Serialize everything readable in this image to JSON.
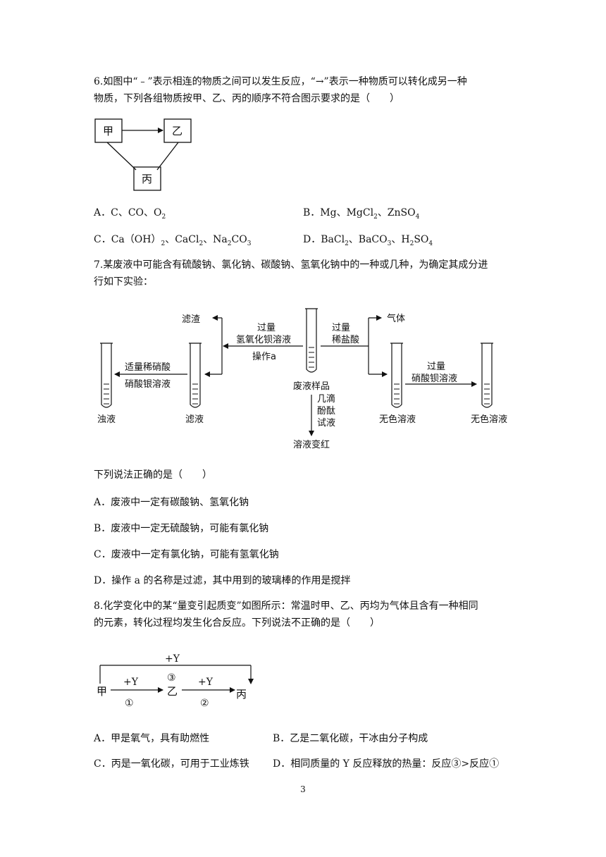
{
  "q6": {
    "stem_line1": "6.如图中“﹣”表示相连的物质之间可以发生反应，“→”表示一种物质可以转化成另一种",
    "stem_line2": "物质，下列各组物质按甲、乙、丙的顺序不符合图示要求的是（　　）",
    "diagram": {
      "box_a": "甲",
      "box_b": "乙",
      "box_c": "丙"
    },
    "options": {
      "A": {
        "label": "A．C、CO、O",
        "sub": "2"
      },
      "B": {
        "label": "B．Mg、MgCl",
        "sub1": "2",
        "mid": "、ZnSO",
        "sub2": "4"
      },
      "C": {
        "label": "C．Ca（OH）",
        "sub1": "2",
        "mid1": "、CaCl",
        "sub2": "2",
        "mid2": "、Na",
        "sub3": "2",
        "mid3": "CO",
        "sub4": "3"
      },
      "D": {
        "label": "D．BaCl",
        "sub1": "2",
        "mid1": "、BaCO",
        "sub2": "3",
        "mid2": "、H",
        "sub3": "2",
        "mid3": "SO",
        "sub4": "4"
      }
    }
  },
  "q7": {
    "stem_line1": "7.某废液中可能含有硫酸钠、氯化钠、碳酸钠、氢氧化钠中的一种或几种，为确定其成分进",
    "stem_line2": "行如下实验：",
    "diagram": {
      "residue": "滤渣",
      "reagent1_line1": "过量",
      "reagent1_line2": "氢氧化钡溶液",
      "operation": "操作a",
      "reagent2_line1": "过量",
      "reagent2_line2": "稀盐酸",
      "gas": "气体",
      "reagent3_line1": "适量稀硝酸",
      "reagent3_line2": "硝酸银溶液",
      "reagent4_line1": "过量",
      "reagent4_line2": "硝酸钡溶液",
      "sample": "废液样品",
      "indicator_1": "几滴",
      "indicator_2": "酚酞",
      "indicator_3": "试液",
      "turns_red": "溶液变红",
      "turbid": "浊液",
      "filtrate": "滤液",
      "colorless1": "无色溶液",
      "colorless2": "无色溶液"
    },
    "question": "下列说法正确的是（　　）",
    "options": {
      "A": "A．废液中一定有碳酸钠、氢氧化钠",
      "B": "B．废液中一定无硫酸钠，可能有氯化钠",
      "C": "C．废液中一定有氯化钠，可能有氢氧化钠",
      "D": "D．操作 a 的名称是过滤，其中用到的玻璃棒的作用是搅拌"
    }
  },
  "q8": {
    "stem_line1": "8.化学变化中的某“量变引起质变”如图所示：常温时甲、乙、丙均为气体且含有一种相同",
    "stem_line2": "的元素，转化过程均发生化合反应。下列说法不正确的是（　　）",
    "diagram": {
      "jia": "甲",
      "yi": "乙",
      "bing": "丙",
      "plusY_top": "+Y",
      "step3": "③",
      "plusY_1": "+Y",
      "step1": "①",
      "plusY_2": "+Y",
      "step2": "②"
    },
    "options": {
      "A": "A．甲是氧气，具有助燃性",
      "B": "B．乙是二氧化碳，干冰由分子构成",
      "C": "C．丙是一氧化碳，可用于工业炼铁",
      "D": "D．相同质量的 Y 反应释放的热量：反应③>反应①"
    }
  },
  "page_number": "3"
}
